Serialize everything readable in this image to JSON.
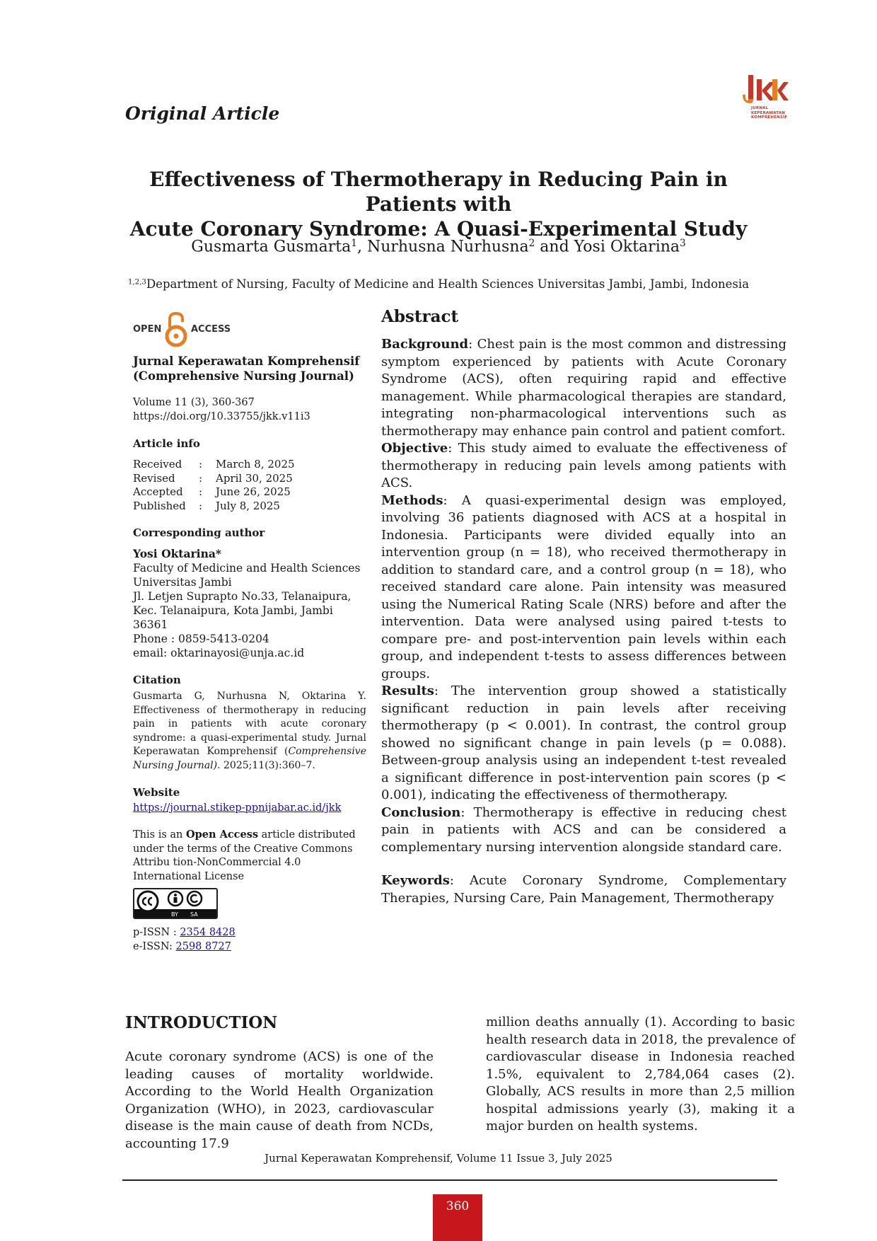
{
  "header": {
    "article_type": "Original Article",
    "logo_text": "JURNAL KEPERAWATAN KOMPREHENSIF"
  },
  "title_line1": "Effectiveness of Thermotherapy in Reducing Pain in Patients with",
  "title_line2": "Acute Coronary Syndrome: A Quasi-Experimental Study",
  "authors": {
    "a1": "Gusmarta Gusmarta",
    "a1_sup": "1",
    "sep1": ", ",
    "a2": "Nurhusna Nurhusna",
    "a2_sup": "2",
    "sep2": " and ",
    "a3": "Yosi Oktarina",
    "a3_sup": "3"
  },
  "affiliation": {
    "sup": "1,2,3",
    "text": "Department of Nursing, Faculty of Medicine and Health Sciences Universitas Jambi, Jambi, Indonesia"
  },
  "sidebar": {
    "oa_left": "OPEN",
    "oa_right": "ACCESS",
    "journal_name_1": "Jurnal Keperawatan Komprehensif",
    "journal_name_2": "(Comprehensive Nursing Journal)",
    "volume": "Volume 11 (3), 360-367",
    "doi": "https://doi.org/10.33755/jkk.v11i3",
    "article_info_head": "Article info",
    "dates": [
      {
        "label": "Received",
        "colon": ":",
        "value": "March 8, 2025"
      },
      {
        "label": "Revised",
        "colon": ":",
        "value": "April 30, 2025"
      },
      {
        "label": "Accepted",
        "colon": ":",
        "value": "June 26, 2025"
      },
      {
        "label": "Published",
        "colon": ":",
        "value": "July 8, 2025"
      }
    ],
    "corr_head": "Corresponding author",
    "corr_name": "Yosi Oktarina*",
    "corr_lines": [
      "Faculty of Medicine and Health Sciences",
      "Universitas Jambi",
      "Jl. Letjen Suprapto No.33, Telanaipura,",
      "Kec. Telanaipura, Kota Jambi, Jambi",
      "36361",
      "Phone : 0859-5413-0204",
      "email: oktarinayosi@unja.ac.id"
    ],
    "citation_head": "Citation",
    "citation_text": "Gusmarta G, Nurhusna N, Oktarina Y. Effectiveness of thermotherapy in reducing pain in patients with acute coronary syndrome: a quasi-experimental study. Jurnal Keperawatan Komprehensif (",
    "citation_italic": "Comprehensive Nursing Journal)",
    "citation_tail": ". 2025;11(3):360–7.",
    "website_head": "Website",
    "website_url": "https://journal.stikep-ppnijabar.ac.id/jkk",
    "oa_pre": "This is an ",
    "oa_bold": "Open Access",
    "oa_post": " article distributed under the terms of the Creative Commons Attribu tion-NonCommercial 4.0 International License",
    "cc_by": "BY",
    "cc_sa": "SA",
    "pissn_label": "p-ISSN : ",
    "pissn": "2354 8428",
    "eissn_label": "e-ISSN:  ",
    "eissn": "2598 8727"
  },
  "abstract": {
    "heading": "Abstract",
    "background_label": "Background",
    "background": ": Chest pain is the most common and distressing symptom experienced by patients with Acute Coronary Syndrome (ACS), often requiring rapid and effective management. While pharmacological therapies are standard, integrating non-pharmacological interventions such as thermotherapy may enhance pain control and patient comfort.",
    "objective_label": "Objective",
    "objective": ": This study aimed to evaluate the effectiveness of thermotherapy in reducing pain levels among patients with ACS.",
    "methods_label": "Methods",
    "methods": ": A quasi-experimental design was employed, involving 36 patients diagnosed with ACS at a hospital in Indonesia. Participants were divided equally into an intervention group (n = 18), who received thermotherapy in addition to standard care, and a control group (n = 18), who received standard care alone. Pain intensity was measured using the Numerical Rating Scale (NRS) before and after the intervention. Data were analysed using paired t-tests to compare pre- and post-intervention pain levels within each group, and independent t-tests to assess differences between groups.",
    "results_label": "Results",
    "results": ": The intervention group showed a statistically significant reduction in pain levels after receiving thermotherapy (p < 0.001). In contrast, the control group showed no significant change in pain levels (p = 0.088). Between-group analysis using an independent t-test revealed a significant difference in post-intervention pain scores (p < 0.001), indicating the effectiveness of thermotherapy.",
    "conclusion_label": "Conclusion",
    "conclusion": ": Thermotherapy is effective in reducing chest pain in patients with ACS and can be considered a complementary nursing intervention alongside standard care.",
    "keywords_label": "Keywords",
    "keywords": ":   Acute   Coronary   Syndrome,   Complementary Therapies, Nursing Care, Pain Management, Thermotherapy"
  },
  "introduction": {
    "heading": "INTRODUCTION",
    "col1": "Acute coronary syndrome (ACS) is one of the leading causes of mortality worldwide. According to the World Health Organization Organization (WHO), in 2023, cardiovascular disease is the main cause of death from NCDs, accounting 17.9",
    "col2": "million deaths annually (1). According to basic health research data in 2018, the prevalence of cardiovascular disease in Indonesia reached 1.5%, equivalent to 2,784,064 cases (2). Globally, ACS results in more than 2,5 million hospital admissions yearly (3), making it a major burden on health systems."
  },
  "footer": {
    "text": "Jurnal Keperawatan Komprehensif, Volume 11 Issue 3, July 2025",
    "page": "360"
  },
  "colors": {
    "accent_red": "#c8161d",
    "logo_orange": "#e67e22",
    "link_blue": "#1a0dab"
  }
}
